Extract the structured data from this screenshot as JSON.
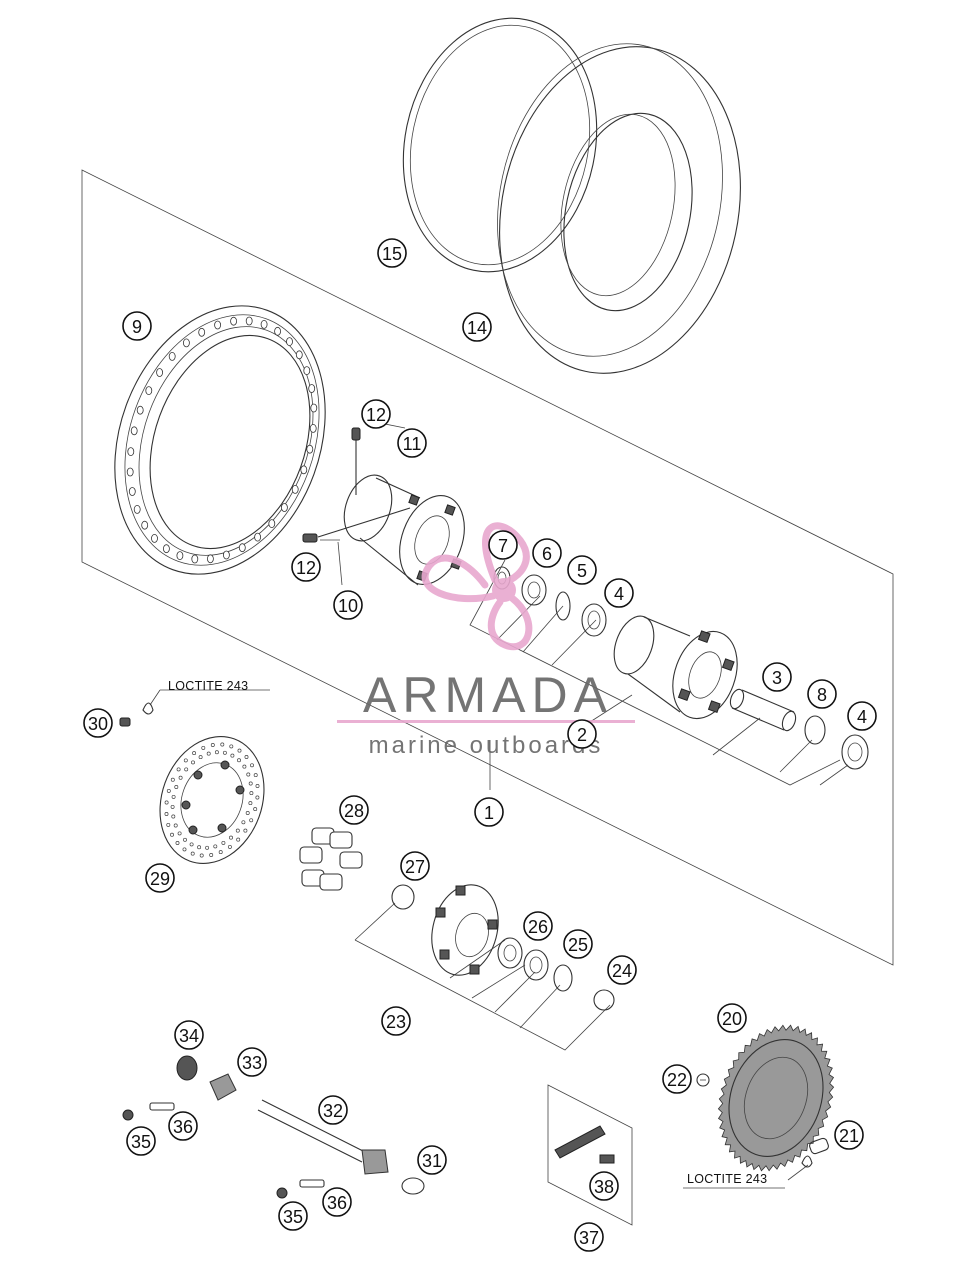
{
  "diagram": {
    "callouts": [
      "1",
      "2",
      "3",
      "4",
      "4",
      "5",
      "6",
      "7",
      "8",
      "9",
      "10",
      "11",
      "12",
      "12",
      "14",
      "15",
      "20",
      "21",
      "22",
      "23",
      "24",
      "25",
      "26",
      "27",
      "28",
      "29",
      "30",
      "31",
      "32",
      "33",
      "34",
      "35",
      "35",
      "36",
      "36",
      "37",
      "38"
    ],
    "notes": {
      "loctite_left": "LOCTITE 243",
      "loctite_right": "LOCTITE 243"
    }
  },
  "watermark": {
    "title": "ARMADA",
    "subtitle": "marine outboards",
    "accent_color": "#e8a8cf",
    "text_color": "#666666"
  }
}
